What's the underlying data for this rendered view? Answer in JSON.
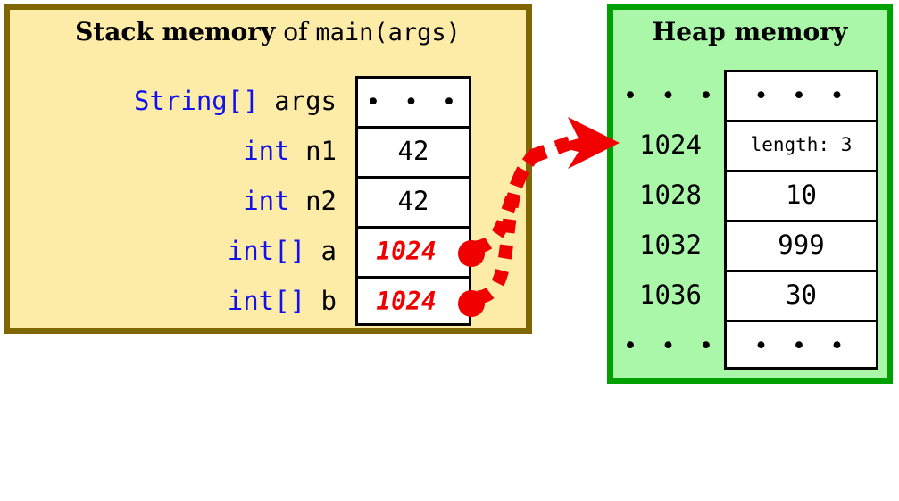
{
  "stack": {
    "title": {
      "bold": "Stack memory",
      "plain": " of ",
      "mono": "main(args)"
    },
    "rows": [
      {
        "type": "String[]",
        "name": "args",
        "value": "• • •",
        "pointer": false
      },
      {
        "type": "int",
        "name": "n1",
        "value": "42",
        "pointer": false
      },
      {
        "type": "int",
        "name": "n2",
        "value": "42",
        "pointer": false
      },
      {
        "type": "int[]",
        "name": "a",
        "value": "1024",
        "pointer": true
      },
      {
        "type": "int[]",
        "name": "b",
        "value": "1024",
        "pointer": true
      }
    ]
  },
  "heap": {
    "title": "Heap memory",
    "rows": [
      {
        "address": "• • •",
        "value": "• • •",
        "small": false
      },
      {
        "address": "1024",
        "value": "length: 3",
        "small": true
      },
      {
        "address": "1028",
        "value": "10",
        "small": false
      },
      {
        "address": "1032",
        "value": "999",
        "small": false
      },
      {
        "address": "1036",
        "value": "30",
        "small": false
      },
      {
        "address": "• • •",
        "value": "• • •",
        "small": false
      }
    ]
  },
  "colors": {
    "stack_border": "#806600",
    "stack_fill": "#fdeba8",
    "heap_border": "#00a000",
    "heap_fill": "#aaf7aa",
    "pointer_red": "#f00000",
    "type_blue": "#1111ee",
    "cell_border": "#000000"
  },
  "arrows": {
    "description": "two dashed red reference arrows from stack pointer cells a and b to heap address 1024"
  }
}
